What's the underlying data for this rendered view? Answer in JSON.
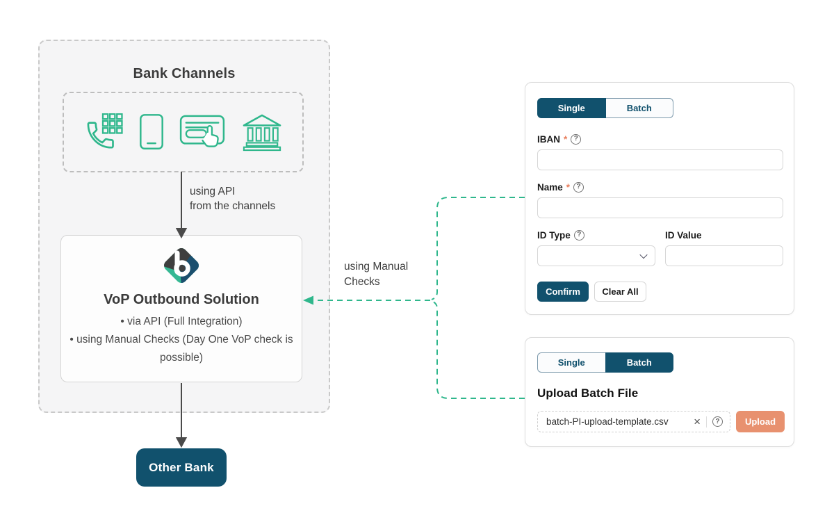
{
  "colors": {
    "accent_green": "#2fb78c",
    "dark_blue": "#11516d",
    "salmon": "#e8916f",
    "text_dark": "#3c3c3c",
    "logo_charcoal": "#3f3f3f",
    "logo_navy": "#1b4f6e",
    "logo_teal": "#35b893"
  },
  "icons": {
    "help": "?",
    "close": "×"
  },
  "diagram": {
    "bank_channels_title": "Bank Channels",
    "channel_icons": [
      "phone-keypad",
      "mobile-phone",
      "card-terminal",
      "bank-building"
    ],
    "api_label_line1": "using API",
    "api_label_line2": "from the channels",
    "vop_title": "VoP Outbound Solution",
    "vop_bullets": [
      "via API (Full Integration)",
      "using Manual Checks (Day One VoP check is possible)"
    ],
    "manual_label_line1": "using Manual",
    "manual_label_line2": "Checks",
    "other_bank": "Other Bank"
  },
  "single_panel": {
    "tab_single": "Single",
    "tab_batch": "Batch",
    "active_tab": "Single",
    "iban_label": "IBAN",
    "name_label": "Name",
    "id_type_label": "ID Type",
    "id_value_label": "ID Value",
    "required_marker": "*",
    "iban_value": "",
    "name_value": "",
    "id_type_value": "",
    "id_value_value": "",
    "confirm_button": "Confirm",
    "clear_all_button": "Clear All"
  },
  "batch_panel": {
    "tab_single": "Single",
    "tab_batch": "Batch",
    "active_tab": "Batch",
    "heading": "Upload Batch File",
    "file_name": "batch-PI-upload-template.csv",
    "upload_button": "Upload"
  }
}
